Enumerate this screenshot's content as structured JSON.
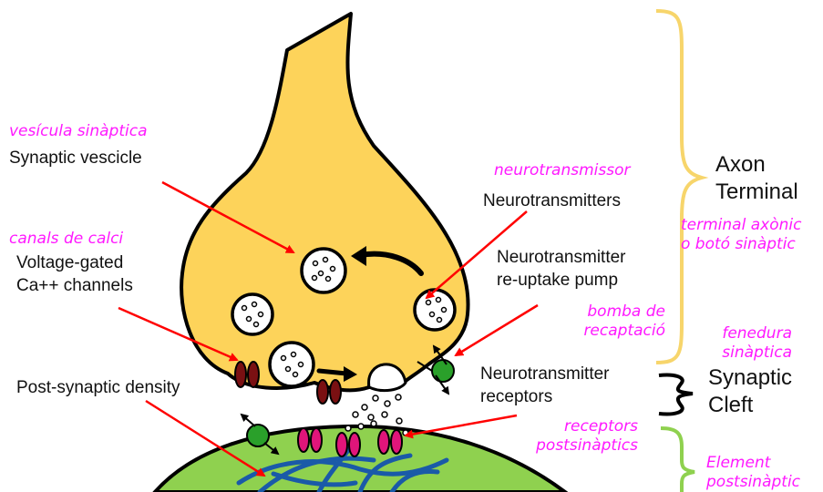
{
  "labels": {
    "synaptic_vesicle": {
      "ca": "vesícula sinàptica",
      "en": "Synaptic vescicle"
    },
    "neurotransmitters": {
      "ca": "neurotransmissor",
      "en": "Neurotransmitters"
    },
    "calcium_channels": {
      "ca": "canals de calci",
      "en_line1": "Voltage-gated",
      "en_line2": "Ca++ channels"
    },
    "reuptake_pump": {
      "en_line1": "Neurotransmitter",
      "en_line2": "re-uptake pump",
      "ca_line1": "bomba de",
      "ca_line2": "recaptació"
    },
    "axon_terminal": {
      "en_line1": "Axon",
      "en_line2": "Terminal",
      "ca_line1": "terminal axònic",
      "ca_line2": "o botó sinàptic"
    },
    "synaptic_cleft": {
      "ca_line1": "fenedura",
      "ca_line2": "sinàptica",
      "en_line1": "Synaptic",
      "en_line2": "Cleft"
    },
    "postsynaptic_density": {
      "en": "Post-synaptic density"
    },
    "nt_receptors": {
      "en_line1": "Neurotransmitter",
      "en_line2": "receptors",
      "ca_line1": "receptors",
      "ca_line2": "postsinàptics"
    },
    "postsynaptic_element": {
      "ca_line1": "Element",
      "ca_line2": "postsinàptic"
    }
  },
  "colors": {
    "axon_fill": "#fdd35a",
    "postsynaptic_fill": "#8fd14f",
    "outline": "#000000",
    "arrow_red": "#ff0000",
    "catalan_magenta": "#ff19ff",
    "channel_darkred": "#7a1012",
    "receptor_pink": "#e0157a",
    "pump_green": "#2aa02a",
    "density_blue": "#1a5aa8",
    "brace_yellow": "#f7d56b",
    "brace_green": "#8fd14f"
  }
}
